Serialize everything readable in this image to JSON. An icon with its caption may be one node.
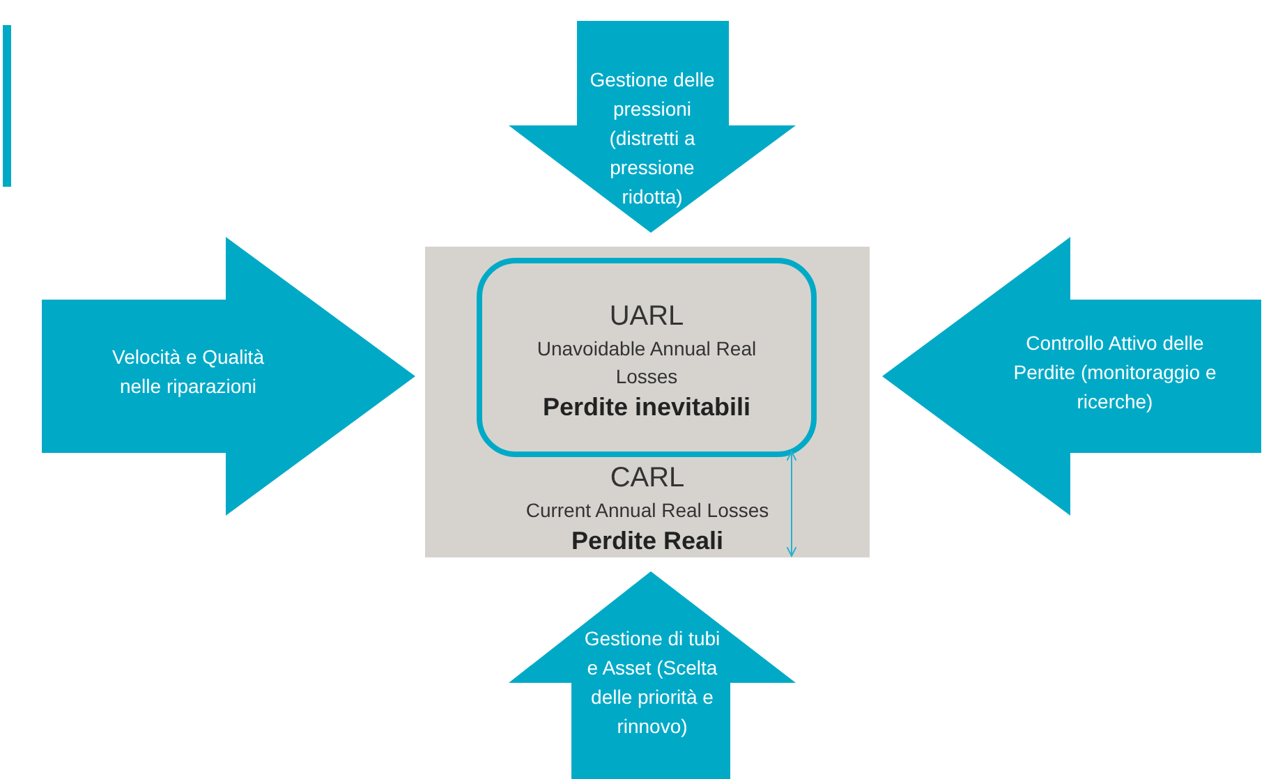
{
  "diagram": {
    "nodes": [
      {
        "text": [
          "Gestione delle pressioni (distretti a pressione ridotta)"
        ]
      },
      {
        "text": [
          "Velocità e Qualità nelle riparazioni"
        ]
      },
      {
        "text": [
          "CARL",
          "Current Annual Real Losses",
          "Perdite Reali"
        ]
      },
      {
        "text": [
          "UARL",
          "Unavoidable Annual Real Losses",
          "Perdite inevitabili"
        ],
        "in": 2
      },
      {
        "text": [
          "Controllo Attivo delle Perdite (monitoraggio e ricerche)"
        ]
      },
      {
        "text": [
          "Gestione di tubi e Asset (Scelta delle priorità e rinnovo)"
        ]
      }
    ],
    "edges": [
      {
        "from": 3,
        "to": 2,
        "arrow": "both"
      }
    ]
  }
}
